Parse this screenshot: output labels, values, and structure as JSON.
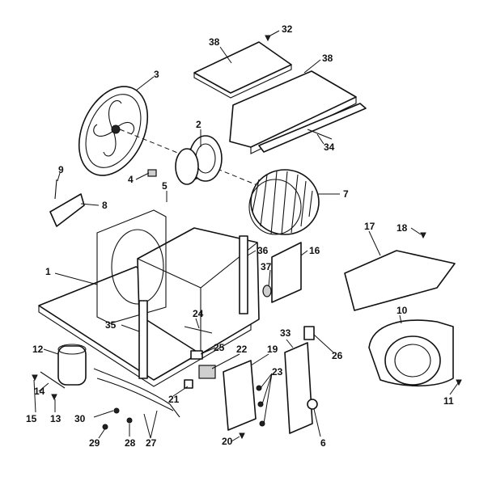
{
  "callouts": [
    {
      "id": "c1",
      "text": "1"
    },
    {
      "id": "c2",
      "text": "2"
    },
    {
      "id": "c3",
      "text": "3"
    },
    {
      "id": "c4",
      "text": "4"
    },
    {
      "id": "c5",
      "text": "5"
    },
    {
      "id": "c6",
      "text": "6"
    },
    {
      "id": "c7",
      "text": "7"
    },
    {
      "id": "c8",
      "text": "8"
    },
    {
      "id": "c9",
      "text": "9"
    },
    {
      "id": "c10",
      "text": "10"
    },
    {
      "id": "c11",
      "text": "11"
    },
    {
      "id": "c12",
      "text": "12"
    },
    {
      "id": "c13",
      "text": "13"
    },
    {
      "id": "c14",
      "text": "14"
    },
    {
      "id": "c15",
      "text": "15"
    },
    {
      "id": "c16",
      "text": "16"
    },
    {
      "id": "c17",
      "text": "17"
    },
    {
      "id": "c18",
      "text": "18"
    },
    {
      "id": "c19",
      "text": "19"
    },
    {
      "id": "c20",
      "text": "20"
    },
    {
      "id": "c21",
      "text": "21"
    },
    {
      "id": "c22",
      "text": "22"
    },
    {
      "id": "c23",
      "text": "23"
    },
    {
      "id": "c24",
      "text": "24"
    },
    {
      "id": "c25",
      "text": "25"
    },
    {
      "id": "c26",
      "text": "26"
    },
    {
      "id": "c27",
      "text": "27"
    },
    {
      "id": "c28",
      "text": "28"
    },
    {
      "id": "c29",
      "text": "29"
    },
    {
      "id": "c30",
      "text": "30"
    },
    {
      "id": "c32",
      "text": "32"
    },
    {
      "id": "c33",
      "text": "33"
    },
    {
      "id": "c34",
      "text": "34"
    },
    {
      "id": "c35",
      "text": "35"
    },
    {
      "id": "c36",
      "text": "36"
    },
    {
      "id": "c37",
      "text": "37"
    },
    {
      "id": "c38a",
      "text": "38"
    },
    {
      "id": "c38b",
      "text": "38"
    }
  ]
}
